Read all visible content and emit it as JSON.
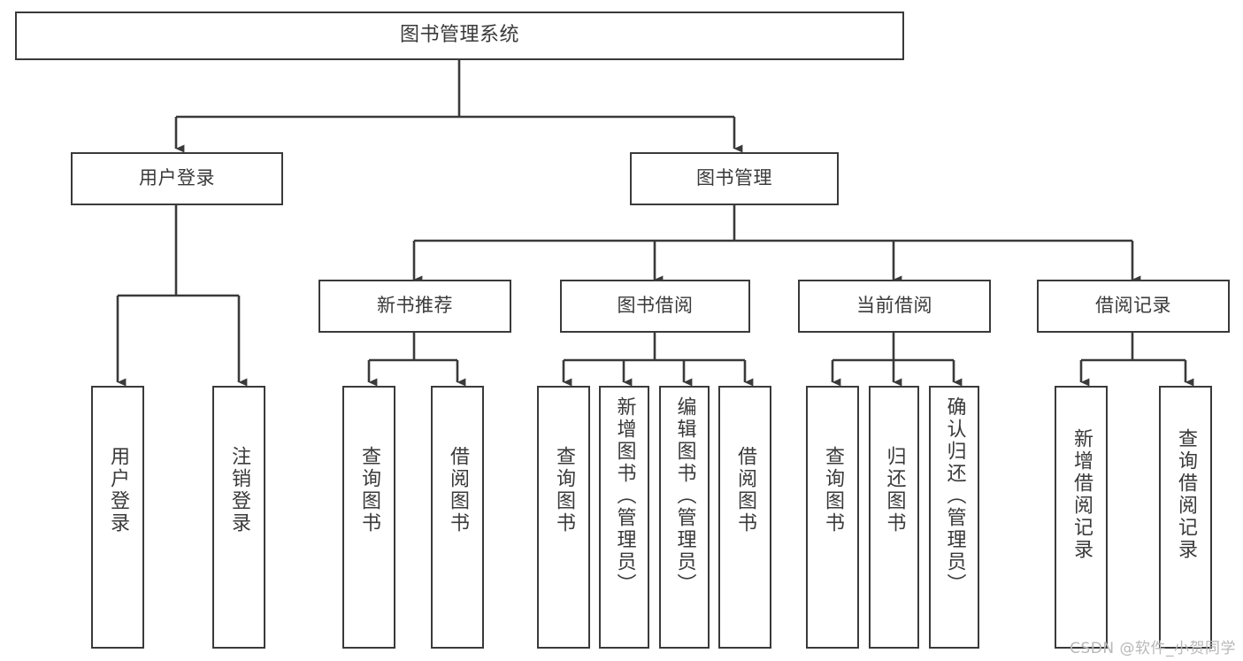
{
  "diagram": {
    "title": "图书管理系统",
    "type": "tree",
    "watermark": "CSDN @软件_小贺同学",
    "colors": {
      "stroke": "#3a3a3a",
      "fill": "#ffffff",
      "text": "#3a3a3a",
      "watermark": "#b8b8b8"
    },
    "nodes": {
      "root": {
        "label": "图书管理系统",
        "level": 1,
        "orientation": "horizontal"
      },
      "user_login": {
        "label": "用户登录",
        "level": 2,
        "orientation": "horizontal"
      },
      "book_manage": {
        "label": "图书管理",
        "level": 2,
        "orientation": "horizontal"
      },
      "new_book_rec": {
        "label": "新书推荐",
        "level": 3,
        "orientation": "horizontal"
      },
      "book_borrow": {
        "label": "图书借阅",
        "level": 3,
        "orientation": "horizontal"
      },
      "current_borrow": {
        "label": "当前借阅",
        "level": 3,
        "orientation": "horizontal"
      },
      "borrow_record": {
        "label": "借阅记录",
        "level": 3,
        "orientation": "horizontal"
      },
      "leaf_user_login": {
        "label": "用户登录",
        "level": 4,
        "orientation": "vertical"
      },
      "leaf_logout": {
        "label": "注销登录",
        "level": 4,
        "orientation": "vertical"
      },
      "leaf_query_book_1": {
        "label": "查询图书",
        "level": 4,
        "orientation": "vertical"
      },
      "leaf_borrow_book_1": {
        "label": "借阅图书",
        "level": 4,
        "orientation": "vertical"
      },
      "leaf_query_book_2": {
        "label": "查询图书",
        "level": 4,
        "orientation": "vertical"
      },
      "leaf_add_book": {
        "label": "新增图书（管理员）",
        "level": 4,
        "orientation": "vertical"
      },
      "leaf_edit_book": {
        "label": "编辑图书（管理员）",
        "level": 4,
        "orientation": "vertical"
      },
      "leaf_borrow_book_2": {
        "label": "借阅图书",
        "level": 4,
        "orientation": "vertical"
      },
      "leaf_query_book_3": {
        "label": "查询图书",
        "level": 4,
        "orientation": "vertical"
      },
      "leaf_return_book": {
        "label": "归还图书",
        "level": 4,
        "orientation": "vertical"
      },
      "leaf_confirm_return": {
        "label": "确认归还（管理员）",
        "level": 4,
        "orientation": "vertical"
      },
      "leaf_add_record": {
        "label": "新增借阅记录",
        "level": 4,
        "orientation": "vertical"
      },
      "leaf_query_record": {
        "label": "查询借阅记录",
        "level": 4,
        "orientation": "vertical"
      }
    },
    "edges": [
      {
        "from": "root",
        "to": "user_login"
      },
      {
        "from": "root",
        "to": "book_manage"
      },
      {
        "from": "user_login",
        "to": "leaf_user_login"
      },
      {
        "from": "user_login",
        "to": "leaf_logout"
      },
      {
        "from": "book_manage",
        "to": "new_book_rec"
      },
      {
        "from": "book_manage",
        "to": "book_borrow"
      },
      {
        "from": "book_manage",
        "to": "current_borrow"
      },
      {
        "from": "book_manage",
        "to": "borrow_record"
      },
      {
        "from": "new_book_rec",
        "to": "leaf_query_book_1"
      },
      {
        "from": "new_book_rec",
        "to": "leaf_borrow_book_1"
      },
      {
        "from": "book_borrow",
        "to": "leaf_query_book_2"
      },
      {
        "from": "book_borrow",
        "to": "leaf_add_book"
      },
      {
        "from": "book_borrow",
        "to": "leaf_edit_book"
      },
      {
        "from": "book_borrow",
        "to": "leaf_borrow_book_2"
      },
      {
        "from": "current_borrow",
        "to": "leaf_query_book_3"
      },
      {
        "from": "current_borrow",
        "to": "leaf_return_book"
      },
      {
        "from": "current_borrow",
        "to": "leaf_confirm_return"
      },
      {
        "from": "borrow_record",
        "to": "leaf_add_record"
      },
      {
        "from": "borrow_record",
        "to": "leaf_query_record"
      }
    ]
  }
}
